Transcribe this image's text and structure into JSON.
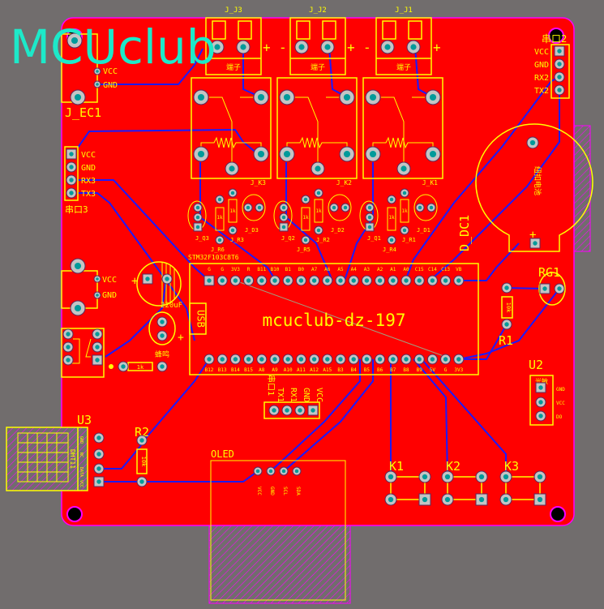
{
  "colors": {
    "background": "#716d6d",
    "board": "#ff0000",
    "outline": "#ff00ff",
    "silk": "#ffff00",
    "trace": "#1a1aff",
    "watermark": "#1de9c9",
    "pad": "#c4c4c4",
    "drill": "#009a9a"
  },
  "watermark": "MCUclub",
  "power_in": {
    "ref": "J_EC1",
    "pins": [
      "VCC",
      "GND"
    ]
  },
  "terminals": [
    {
      "ref": "J_J3",
      "label": "端子"
    },
    {
      "ref": "J_J2",
      "label": "端子"
    },
    {
      "ref": "J_J1",
      "label": "端子"
    }
  ],
  "polarity": {
    "plus": "+",
    "minus": "-"
  },
  "relays": [
    {
      "ref": "J_K3",
      "q": "J_Q3",
      "r_a": "J_R6",
      "r_b": "J_R3",
      "d": "J_D3",
      "res": "1k"
    },
    {
      "ref": "J_K2",
      "q": "J_Q2",
      "r_a": "J_R5",
      "r_b": "J_R2",
      "d": "J_D2",
      "res": "1k"
    },
    {
      "ref": "J_K1",
      "q": "J_Q1",
      "r_a": "J_R4",
      "r_b": "J_R1",
      "d": "J_D1",
      "res": "1k"
    }
  ],
  "uart2": {
    "ref": "串口2",
    "pins": [
      "VCC",
      "GND",
      "RX2",
      "TX2"
    ]
  },
  "uart3": {
    "ref": "串口3",
    "pins": [
      "VCC",
      "GND",
      "RX3",
      "TX3"
    ]
  },
  "uart1": {
    "ref": "串口1",
    "pins": [
      "TX1",
      "RX1",
      "GND",
      "VCC"
    ]
  },
  "battery": {
    "ref": "D_DC1",
    "label": "纽扣电池",
    "plus": "+"
  },
  "mcu": {
    "title": "mcuclub-dz-197",
    "part": "STM32F103C8T6",
    "usb": "USB",
    "top_pins": [
      "G",
      "G",
      "3V3",
      "R",
      "B11",
      "B10",
      "B1",
      "B0",
      "A7",
      "A6",
      "A5",
      "A4",
      "A3",
      "A2",
      "A1",
      "A0",
      "C15",
      "C14",
      "C13",
      "VB"
    ],
    "bottom_pins": [
      "B12",
      "B13",
      "B14",
      "B15",
      "A8",
      "A9",
      "A10",
      "A11",
      "A12",
      "A15",
      "B3",
      "B4",
      "B5",
      "B6",
      "B7",
      "B8",
      "B9",
      "5V",
      "G",
      "3V3"
    ]
  },
  "power_jack": {
    "pins": [
      "VCC",
      "GND"
    ]
  },
  "capacitor": {
    "value": "220uF",
    "plus": "+"
  },
  "buzzer": {
    "label": "蜂鸣",
    "plus": "+",
    "res": "1k"
  },
  "rg1": {
    "ref": "RG1"
  },
  "r1": {
    "ref": "R1",
    "value": "10k"
  },
  "u2": {
    "ref": "U2",
    "label": "光敏",
    "pins": [
      "GND",
      "VCC",
      "DO"
    ]
  },
  "u3": {
    "ref": "U3",
    "part": "DHT11",
    "pins": [
      "VCC",
      "DATA",
      "NC",
      "GND"
    ]
  },
  "r2": {
    "ref": "R2",
    "value": "10k"
  },
  "oled": {
    "ref": "OLED",
    "pins": [
      "VCC",
      "GND",
      "SCL",
      "SDA"
    ]
  },
  "keys": [
    "K1",
    "K2",
    "K3"
  ]
}
